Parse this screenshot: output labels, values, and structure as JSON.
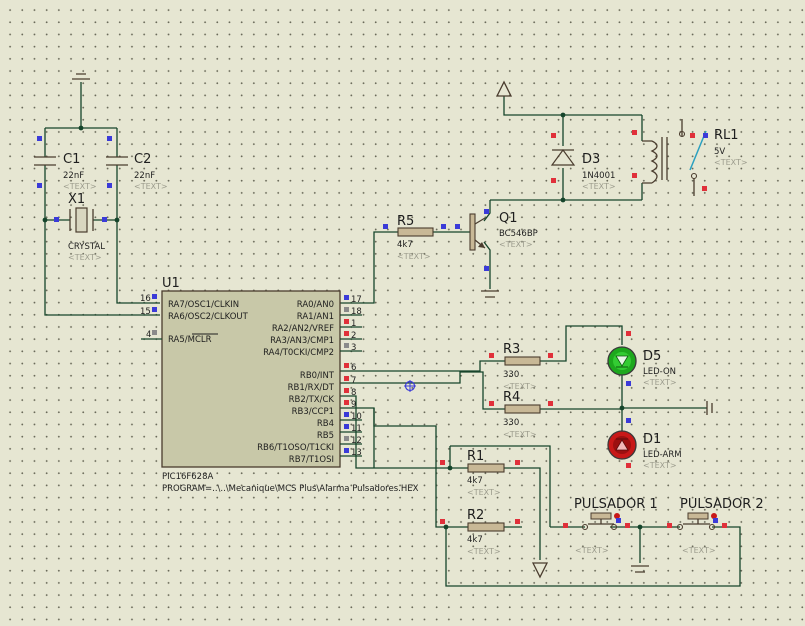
{
  "mcu": {
    "ref": "U1",
    "part": "PIC16F628A",
    "program": "PROGRAM=..\\..\\Mecanique\\MCS Plus\\Alarma Pulsadores.HEX",
    "pins_left": [
      {
        "num": "16",
        "label": "RA7/OSC1/CLKIN"
      },
      {
        "num": "15",
        "label": "RA6/OSC2/CLKOUT"
      },
      {
        "num": "4",
        "label": "RA5/MCLR"
      }
    ],
    "pins_right": [
      {
        "num": "17",
        "label": "RA0/AN0"
      },
      {
        "num": "18",
        "label": "RA1/AN1"
      },
      {
        "num": "1",
        "label": "RA2/AN2/VREF"
      },
      {
        "num": "2",
        "label": "RA3/AN3/CMP1"
      },
      {
        "num": "3",
        "label": "RA4/T0CKI/CMP2"
      },
      {
        "num": "6",
        "label": "RB0/INT"
      },
      {
        "num": "7",
        "label": "RB1/RX/DT"
      },
      {
        "num": "8",
        "label": "RB2/TX/CK"
      },
      {
        "num": "9",
        "label": "RB3/CCP1"
      },
      {
        "num": "10",
        "label": "RB4"
      },
      {
        "num": "11",
        "label": "RB5"
      },
      {
        "num": "12",
        "label": "RB6/T1OSO/T1CKI"
      },
      {
        "num": "13",
        "label": "RB7/T1OSI"
      }
    ]
  },
  "c1": {
    "ref": "C1",
    "value": "22nF",
    "text": "<TEXT>"
  },
  "c2": {
    "ref": "C2",
    "value": "22nF",
    "text": "<TEXT>"
  },
  "x1": {
    "ref": "X1",
    "value": "CRYSTAL",
    "text": "<TEXT>"
  },
  "r5": {
    "ref": "R5",
    "value": "4k7",
    "text": "<TEXT>"
  },
  "q1": {
    "ref": "Q1",
    "value": "BC546BP",
    "text": "<TEXT>"
  },
  "d3": {
    "ref": "D3",
    "value": "1N4001",
    "text": "<TEXT>"
  },
  "rl1": {
    "ref": "RL1",
    "value": "5V",
    "text": "<TEXT>"
  },
  "r3": {
    "ref": "R3",
    "value": "330",
    "text": "<TEXT>"
  },
  "r4": {
    "ref": "R4",
    "value": "330",
    "text": "<TEXT>"
  },
  "d5": {
    "ref": "D5",
    "value": "LED-ON",
    "text": "<TEXT>"
  },
  "d1": {
    "ref": "D1",
    "value": "LED-ARM",
    "text": "<TEXT>"
  },
  "r1": {
    "ref": "R1",
    "value": "4k7",
    "text": "<TEXT>"
  },
  "r2": {
    "ref": "R2",
    "value": "4k7",
    "text": "<TEXT>"
  },
  "sw1": {
    "ref": "PULSADOR 1",
    "text": "<TEXT>"
  },
  "sw2": {
    "ref": "PULSADOR 2",
    "text": "<TEXT>"
  },
  "colors": {
    "background": "#e6e6d2",
    "wire": "#16452b",
    "ic_body": "#c8c8a8",
    "pin_marker_blue": "#3b3bd8",
    "pin_marker_red": "#e0303a",
    "led_on_green": "#1da81d",
    "led_arm_red": "#c81818",
    "text_placeholder": "#9d9d8e"
  }
}
